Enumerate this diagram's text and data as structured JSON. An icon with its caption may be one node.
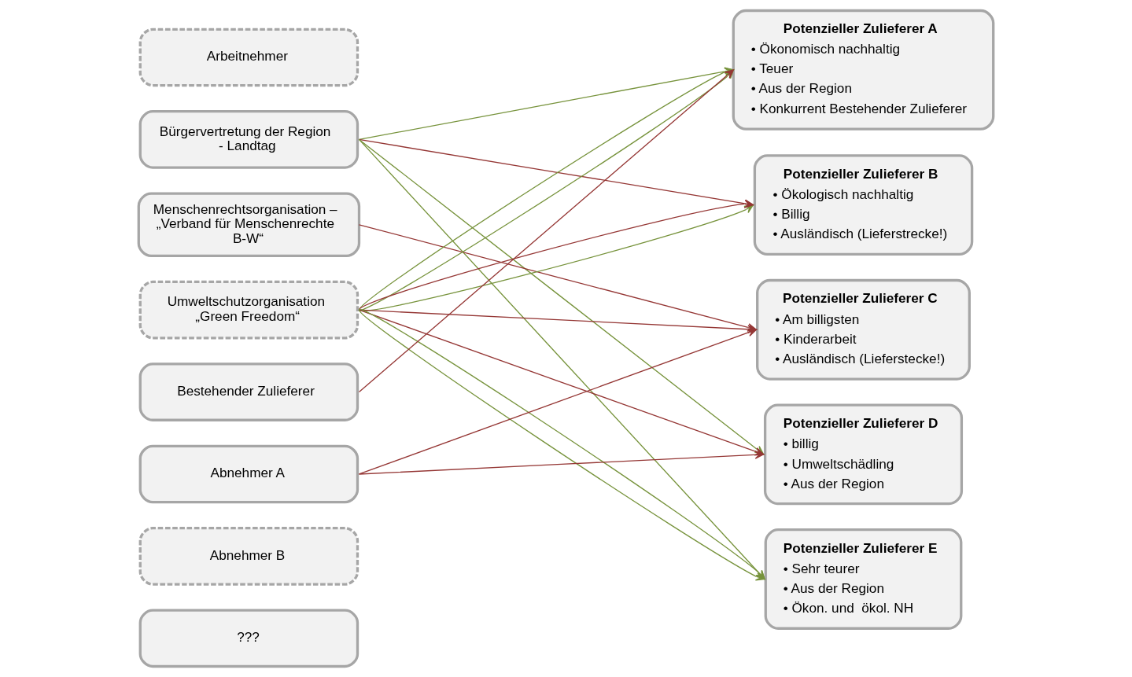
{
  "diagram": {
    "nodes": [
      {
        "text": [
          "Arbeitnehmer"
        ]
      },
      {
        "text": [
          "Bürgervertretung der Region - Landtag"
        ]
      },
      {
        "text": [
          "Menschenrechtsorganisation – „Verband für Menschenrechte B-W“"
        ]
      },
      {
        "text": [
          "Umweltschutzorganisation „Green Freedom“"
        ]
      },
      {
        "text": [
          "Bestehender Zulieferer"
        ]
      },
      {
        "text": [
          "Abnehmer A"
        ]
      },
      {
        "text": [
          "Abnehmer B"
        ]
      },
      {
        "text": [
          "???"
        ]
      },
      {
        "text": [
          "Potenzieller Zulieferer A",
          "• Ökonomisch nachhaltig",
          "• Teuer",
          "• Aus der Region",
          "• Konkurrent Bestehender Zulieferer"
        ]
      },
      {
        "text": [
          "Potenzieller Zulieferer B",
          "• Ökologisch nachhaltig",
          "• Billig",
          "• Ausländisch (Lieferstrecke!)"
        ]
      },
      {
        "text": [
          "Potenzieller Zulieferer C",
          "• Am billigsten",
          "• Kinderarbeit",
          "• Ausländisch (Lieferstecke!)"
        ]
      },
      {
        "text": [
          "Potenzieller Zulieferer D",
          "• billig",
          "• Umweltschädling",
          "• Aus der Region"
        ]
      },
      {
        "text": [
          "Potenzieller Zulieferer E",
          "• Sehr teurer",
          "• Aus der Region",
          "• Ökon. und  ökol. NH"
        ]
      }
    ],
    "edges": [
      {
        "from": 1,
        "to": 8,
        "arrow": "to",
        "color": "#77933c"
      },
      {
        "from": 1,
        "to": 9,
        "arrow": "to",
        "color": "#953735"
      },
      {
        "from": 1,
        "to": 11,
        "arrow": "to",
        "color": "#77933c"
      },
      {
        "from": 1,
        "to": 12,
        "arrow": "to",
        "color": "#77933c"
      },
      {
        "from": 2,
        "to": 10,
        "arrow": "to",
        "color": "#953735"
      },
      {
        "from": 3,
        "to": 8,
        "arrow": "to",
        "color": "#77933c"
      },
      {
        "from": 3,
        "to": 8,
        "arrow": "to",
        "color": "#77933c"
      },
      {
        "from": 3,
        "to": 9,
        "arrow": "to",
        "color": "#77933c"
      },
      {
        "from": 3,
        "to": 9,
        "arrow": "to",
        "color": "#953735"
      },
      {
        "from": 3,
        "to": 10,
        "arrow": "to",
        "color": "#953735"
      },
      {
        "from": 3,
        "to": 11,
        "arrow": "to",
        "color": "#953735"
      },
      {
        "from": 3,
        "to": 12,
        "arrow": "to",
        "color": "#77933c"
      },
      {
        "from": 3,
        "to": 12,
        "arrow": "to",
        "color": "#77933c"
      },
      {
        "from": 4,
        "to": 8,
        "arrow": "to",
        "color": "#953735"
      },
      {
        "from": 5,
        "to": 10,
        "arrow": "to",
        "color": "#953735"
      },
      {
        "from": 5,
        "to": 11,
        "arrow": "to",
        "color": "#953735"
      }
    ]
  }
}
